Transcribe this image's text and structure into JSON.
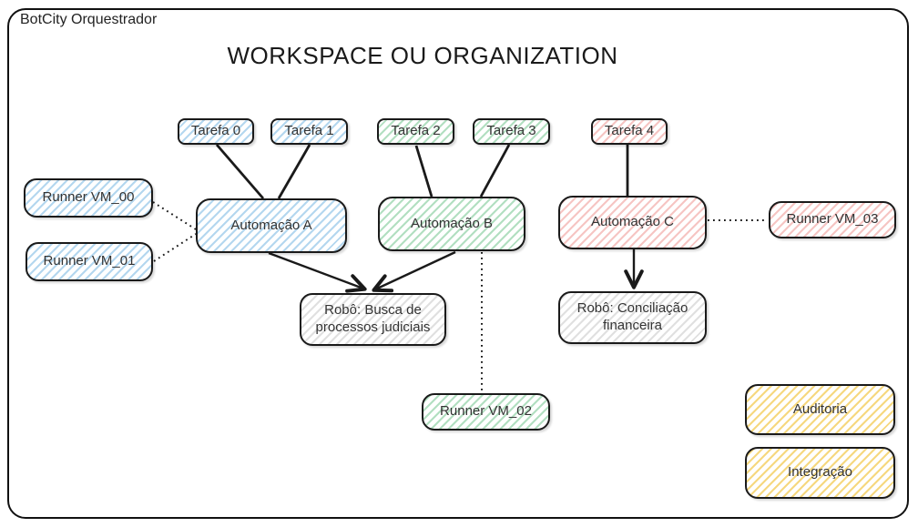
{
  "window": {
    "app_label": "BotCity Orquestrador"
  },
  "diagram": {
    "title": "WORKSPACE OU ORGANIZATION",
    "nodes": {
      "tarefa_0": {
        "label": "Tarefa 0",
        "color": "blue"
      },
      "tarefa_1": {
        "label": "Tarefa 1",
        "color": "blue"
      },
      "tarefa_2": {
        "label": "Tarefa 2",
        "color": "green"
      },
      "tarefa_3": {
        "label": "Tarefa 3",
        "color": "green"
      },
      "tarefa_4": {
        "label": "Tarefa 4",
        "color": "red"
      },
      "runner_vm_00": {
        "label": "Runner VM_00",
        "color": "blue"
      },
      "runner_vm_01": {
        "label": "Runner VM_01",
        "color": "blue"
      },
      "runner_vm_02": {
        "label": "Runner VM_02",
        "color": "green"
      },
      "runner_vm_03": {
        "label": "Runner VM_03",
        "color": "red"
      },
      "automacao_a": {
        "label": "Automação A",
        "color": "blue"
      },
      "automacao_b": {
        "label": "Automação B",
        "color": "green"
      },
      "automacao_c": {
        "label": "Automação C",
        "color": "red"
      },
      "robo_busca": {
        "label": "Robô: Busca de processos judiciais",
        "color": "gray"
      },
      "robo_conciliacao": {
        "label": "Robô: Conciliação financeira",
        "color": "gray"
      },
      "auditoria": {
        "label": "Auditoria",
        "color": "yellow"
      },
      "integracao": {
        "label": "Integração",
        "color": "yellow"
      }
    },
    "edges": [
      {
        "from": "tarefa_0",
        "to": "automacao_a",
        "style": "solid"
      },
      {
        "from": "tarefa_1",
        "to": "automacao_a",
        "style": "solid"
      },
      {
        "from": "tarefa_2",
        "to": "automacao_b",
        "style": "solid"
      },
      {
        "from": "tarefa_3",
        "to": "automacao_b",
        "style": "solid"
      },
      {
        "from": "tarefa_4",
        "to": "automacao_c",
        "style": "solid"
      },
      {
        "from": "automacao_a",
        "to": "robo_busca",
        "style": "solid-arrow"
      },
      {
        "from": "automacao_b",
        "to": "robo_busca",
        "style": "solid-arrow"
      },
      {
        "from": "automacao_c",
        "to": "robo_conciliacao",
        "style": "solid-arrow"
      },
      {
        "from": "runner_vm_00",
        "to": "automacao_a",
        "style": "dotted"
      },
      {
        "from": "runner_vm_01",
        "to": "automacao_a",
        "style": "dotted"
      },
      {
        "from": "automacao_b",
        "to": "runner_vm_02",
        "style": "dotted"
      },
      {
        "from": "automacao_c",
        "to": "runner_vm_03",
        "style": "dotted"
      }
    ],
    "colors": {
      "blue_hatch": "#b4d7ef",
      "green_hatch": "#b2dfc1",
      "red_hatch": "#f6c5c3",
      "yellow_hatch": "#f6d87f",
      "gray_hatch": "#e0e0e0",
      "stroke": "#1a1a1a",
      "text": "#333333"
    }
  }
}
